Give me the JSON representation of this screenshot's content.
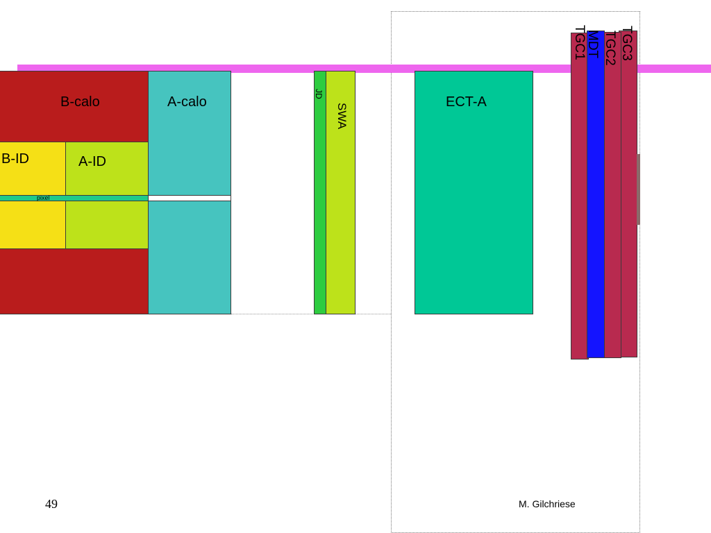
{
  "blocks": {
    "b_calo": "B-calo",
    "a_calo": "A-calo",
    "b_id": "B-ID",
    "a_id": "A-ID",
    "pixel": "pixel",
    "jd": "JD",
    "swa": "SWA",
    "ect_a": "ECT-A",
    "tgc1": "TGC1",
    "mdt": "MDT",
    "tgc2": "TGC2",
    "tgc3": "TGC3"
  },
  "footer": {
    "page_number": "49",
    "author": "M. Gilchriese"
  },
  "colors": {
    "b_calo": "#b91c1c",
    "a_calo": "#46c4bf",
    "b_id": "#f5e016",
    "a_id": "#bde21a",
    "pixel_strip": "#1fc98a",
    "jd": "#2ecc40",
    "swa": "#bde21a",
    "ect_a": "#00c896",
    "tgc": "#b82a4f",
    "mdt": "#1414ff",
    "beam": "#ee66ee"
  }
}
